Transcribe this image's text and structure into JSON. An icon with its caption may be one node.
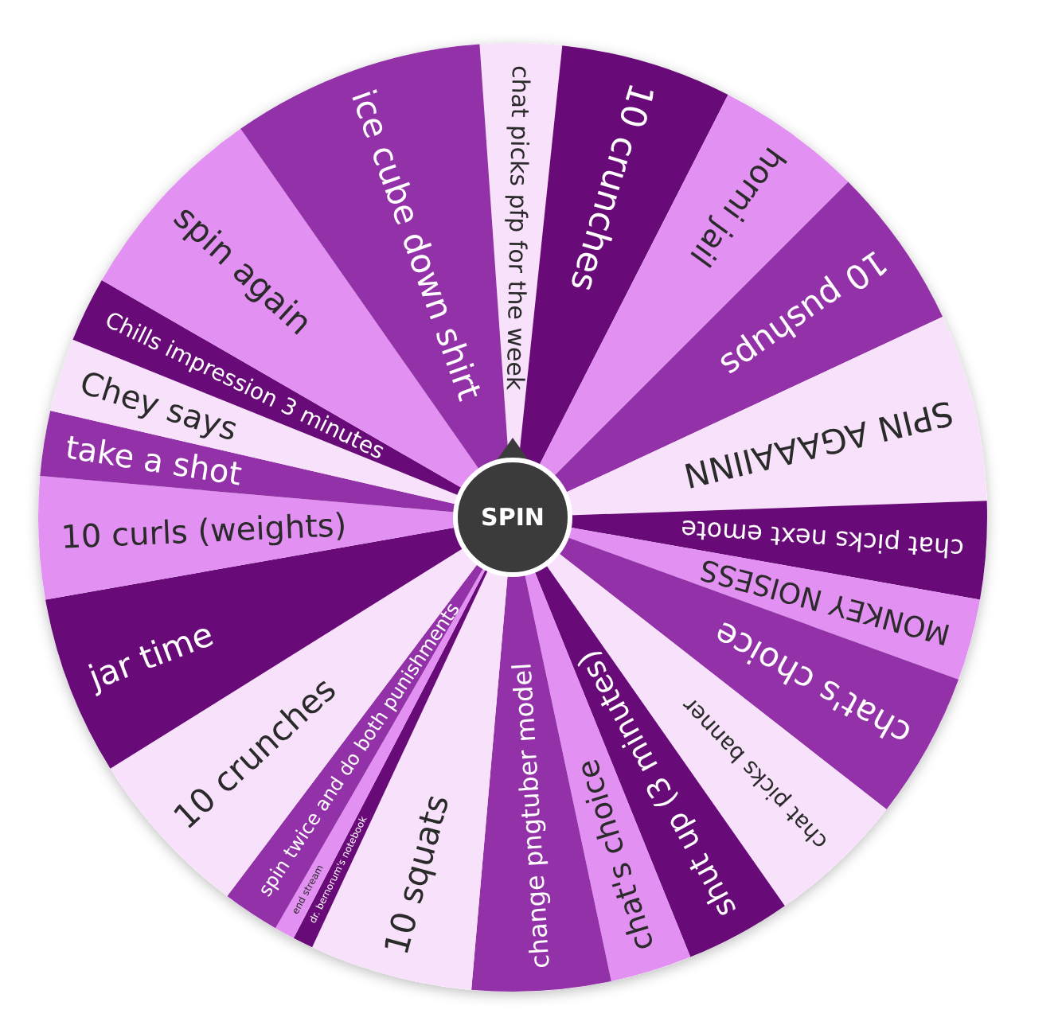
{
  "diagram": {
    "nodes": [
      {
        "text": [
          "chat picks pfp for the week"
        ]
      },
      {
        "text": [
          "10 crunches"
        ]
      },
      {
        "text": [
          "horni jail"
        ]
      },
      {
        "text": [
          "10 pushups"
        ]
      },
      {
        "text": [
          "SPIN AGAAAIINN"
        ]
      },
      {
        "text": [
          "chat picks next emote"
        ]
      },
      {
        "text": [
          "MONKEY NOISESS"
        ]
      },
      {
        "text": [
          "chat's choice"
        ]
      },
      {
        "text": [
          "chat picks banner"
        ]
      },
      {
        "text": [
          "shut up (3 minutes)"
        ]
      },
      {
        "text": [
          "chat's choice"
        ]
      },
      {
        "text": [
          "change pngtuber model"
        ]
      },
      {
        "text": [
          "10 squats"
        ]
      },
      {
        "text": [
          "dr. bernorum's notebook"
        ]
      },
      {
        "text": [
          "end stream"
        ]
      },
      {
        "text": [
          "spin twice and do both punishments"
        ]
      },
      {
        "text": [
          "10 crunches"
        ]
      },
      {
        "text": [
          "jar time"
        ]
      },
      {
        "text": [
          "10 curls (weights)"
        ]
      },
      {
        "text": [
          "take a shot"
        ]
      },
      {
        "text": [
          "Chey says"
        ]
      },
      {
        "text": [
          "Chills impression 3 minutes"
        ]
      },
      {
        "text": [
          "spin again"
        ]
      },
      {
        "text": [
          "ice cube down shirt"
        ]
      },
      {
        "text": [
          "SPIN"
        ]
      }
    ]
  }
}
